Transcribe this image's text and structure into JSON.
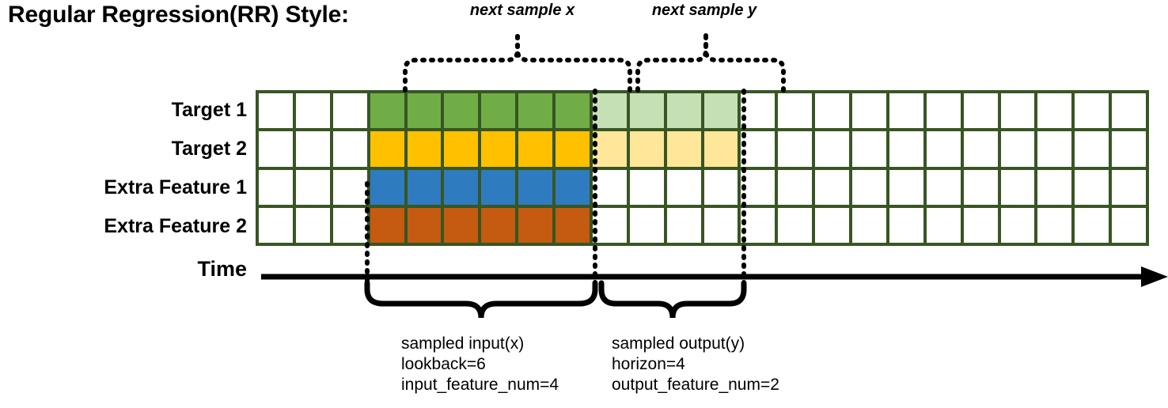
{
  "title": "Regular Regression(RR) Style:",
  "colors": {
    "border": "#375623",
    "target1": "#70AD47",
    "target1_light": "#C5E0B4",
    "target2": "#FFC000",
    "target2_light": "#FFE699",
    "feature1": "#2E7CBF",
    "feature2": "#C55A11",
    "empty": "#FFFFFF",
    "line": "#000000"
  },
  "top_captions": {
    "next_sample_x": "next sample x",
    "next_sample_y": "next sample y"
  },
  "axis": {
    "time_label": "Time"
  },
  "grid": {
    "columns": 24,
    "rows": [
      {
        "label": "Target 1",
        "cells": [
          "empty",
          "empty",
          "empty",
          "target1",
          "target1",
          "target1",
          "target1",
          "target1",
          "target1",
          "target1_light",
          "target1_light",
          "target1_light",
          "target1_light",
          "empty",
          "empty",
          "empty",
          "empty",
          "empty",
          "empty",
          "empty",
          "empty",
          "empty",
          "empty",
          "empty"
        ]
      },
      {
        "label": "Target 2",
        "cells": [
          "empty",
          "empty",
          "empty",
          "target2",
          "target2",
          "target2",
          "target2",
          "target2",
          "target2",
          "target2_light",
          "target2_light",
          "target2_light",
          "target2_light",
          "empty",
          "empty",
          "empty",
          "empty",
          "empty",
          "empty",
          "empty",
          "empty",
          "empty",
          "empty",
          "empty"
        ]
      },
      {
        "label": "Extra Feature 1",
        "cells": [
          "empty",
          "empty",
          "empty",
          "feature1",
          "feature1",
          "feature1",
          "feature1",
          "feature1",
          "feature1",
          "empty",
          "empty",
          "empty",
          "empty",
          "empty",
          "empty",
          "empty",
          "empty",
          "empty",
          "empty",
          "empty",
          "empty",
          "empty",
          "empty",
          "empty"
        ]
      },
      {
        "label": "Extra Feature 2",
        "cells": [
          "empty",
          "empty",
          "empty",
          "feature2",
          "feature2",
          "feature2",
          "feature2",
          "feature2",
          "feature2",
          "empty",
          "empty",
          "empty",
          "empty",
          "empty",
          "empty",
          "empty",
          "empty",
          "empty",
          "empty",
          "empty",
          "empty",
          "empty",
          "empty",
          "empty"
        ]
      }
    ]
  },
  "annotations": {
    "input": {
      "title": "sampled input(x)",
      "line2": "lookback=6",
      "line3": "input_feature_num=4"
    },
    "output": {
      "title": "sampled output(y)",
      "line2": "horizon=4",
      "line3": "output_feature_num=2"
    }
  }
}
